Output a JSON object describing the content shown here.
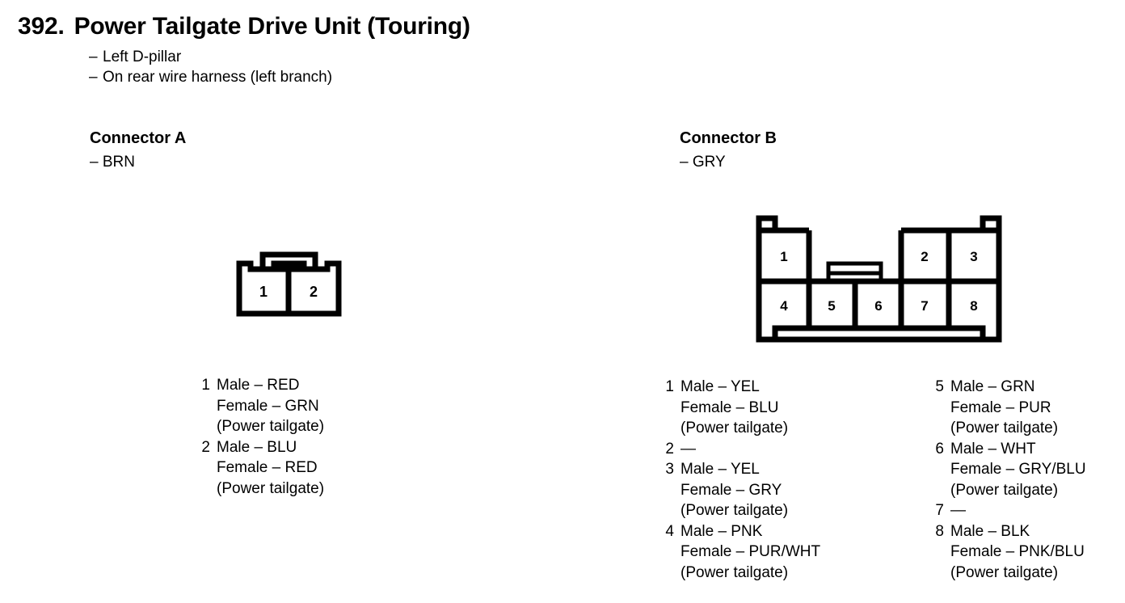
{
  "header": {
    "number": "392.",
    "title": "Power Tailgate Drive Unit (Touring)",
    "bullets": [
      "Left D-pillar",
      "On rear wire harness (left branch)"
    ],
    "dash": "–"
  },
  "connector_a": {
    "title": "Connector A",
    "color": "– BRN",
    "cells": [
      "1",
      "2"
    ],
    "pins": [
      {
        "num": "1",
        "lines": [
          "Male – RED",
          "Female – GRN",
          "(Power tailgate)"
        ]
      },
      {
        "num": "2",
        "lines": [
          "Male – BLU",
          "Female – RED",
          "(Power tailgate)"
        ]
      }
    ]
  },
  "connector_b": {
    "title": "Connector B",
    "color": "– GRY",
    "cells_top": [
      "1",
      "2",
      "3"
    ],
    "cells_bottom": [
      "4",
      "5",
      "6",
      "7",
      "8"
    ],
    "pins_left": [
      {
        "num": "1",
        "lines": [
          "Male – YEL",
          "Female – BLU",
          "(Power tailgate)"
        ]
      },
      {
        "num": "2",
        "lines": [
          "—"
        ]
      },
      {
        "num": "3",
        "lines": [
          "Male – YEL",
          "Female – GRY",
          "(Power tailgate)"
        ]
      },
      {
        "num": "4",
        "lines": [
          "Male – PNK",
          "Female – PUR/WHT",
          "(Power tailgate)"
        ]
      }
    ],
    "pins_right": [
      {
        "num": "5",
        "lines": [
          "Male – GRN",
          "Female – PUR",
          "(Power tailgate)"
        ]
      },
      {
        "num": "6",
        "lines": [
          "Male – WHT",
          "Female – GRY/BLU",
          "(Power tailgate)"
        ]
      },
      {
        "num": "7",
        "lines": [
          "—"
        ]
      },
      {
        "num": "8",
        "lines": [
          "Male – BLK",
          "Female – PNK/BLU",
          "(Power tailgate)"
        ]
      }
    ]
  },
  "colors": {
    "ink": "#000000",
    "page": "#ffffff"
  }
}
